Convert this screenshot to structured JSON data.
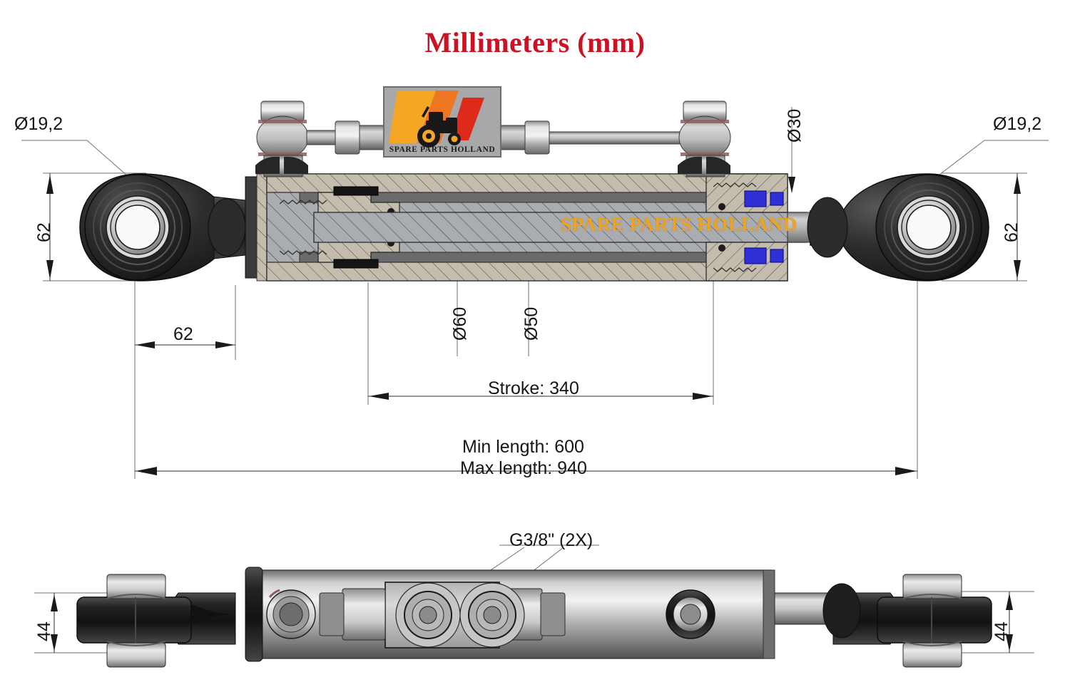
{
  "drawing": {
    "title": "Millimeters (mm)",
    "units": "mm",
    "title_color": "#cc1122",
    "watermark": "SPARE PARTS HOLLAND",
    "watermark_color": "#f0a31e"
  },
  "logo": {
    "brand_text": "SPARE PARTS HOLLAND",
    "icon": "tractor-icon",
    "stripe_colors": [
      "#f5a623",
      "#ef7620",
      "#dd2a1b"
    ],
    "plate_color": "#a8a8a8"
  },
  "top_view": {
    "name": "sectioned-side-view",
    "dimensions": {
      "bore_left": "Ø19,2",
      "bore_right": "Ø19,2",
      "eye_height_left": "62",
      "eye_height_right": "62",
      "eye_offset": "62",
      "rod_diameter": "Ø30",
      "tube_outer_diameter": "Ø60",
      "piston_diameter": "Ø50",
      "stroke": "Stroke: 340",
      "min_length": "Min length: 600",
      "max_length": "Max length: 940"
    }
  },
  "bottom_view": {
    "name": "plan-view",
    "dimensions": {
      "width_left": "44",
      "width_right": "44",
      "port_callout": "G3/8\" (2X)"
    }
  },
  "colors": {
    "steel_light": "#d2d2d2",
    "steel_mid": "#9a9a9a",
    "steel_dark": "#4a4a4a",
    "section_grey": "#a9adb1",
    "section_tan": "#c3bdb0",
    "rubber_black": "#232323",
    "seal_blue": "#2a2ad0",
    "line_grey": "#6f6f6f"
  }
}
